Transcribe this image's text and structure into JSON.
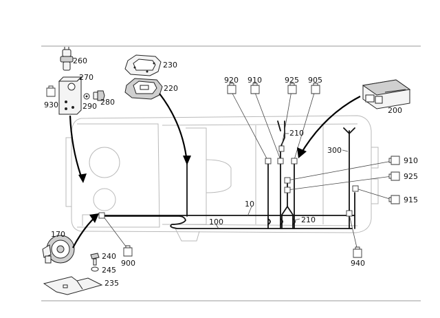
{
  "labels": {
    "p260": "260",
    "p270": "270",
    "p930": "930",
    "p290": "290",
    "p280": "280",
    "p230": "230",
    "p220": "220",
    "p920": "920",
    "p910": "910",
    "p925": "925",
    "p905": "905",
    "p200": "200",
    "p210a": "210",
    "p300": "300",
    "p910r": "910",
    "p925r": "925",
    "p915r": "915",
    "p10": "10",
    "p100": "100",
    "p210b": "210",
    "p170": "170",
    "p240": "240",
    "p245": "245",
    "p235": "235",
    "p900": "900",
    "p940": "940"
  },
  "icons": {
    "connector": "connector-plug-icon",
    "bulb": "bulb-socket-icon",
    "bracket": "mounting-bracket-icon",
    "lamp": "lamp-housing-icon",
    "module": "control-module-icon",
    "horn": "horn-icon"
  }
}
